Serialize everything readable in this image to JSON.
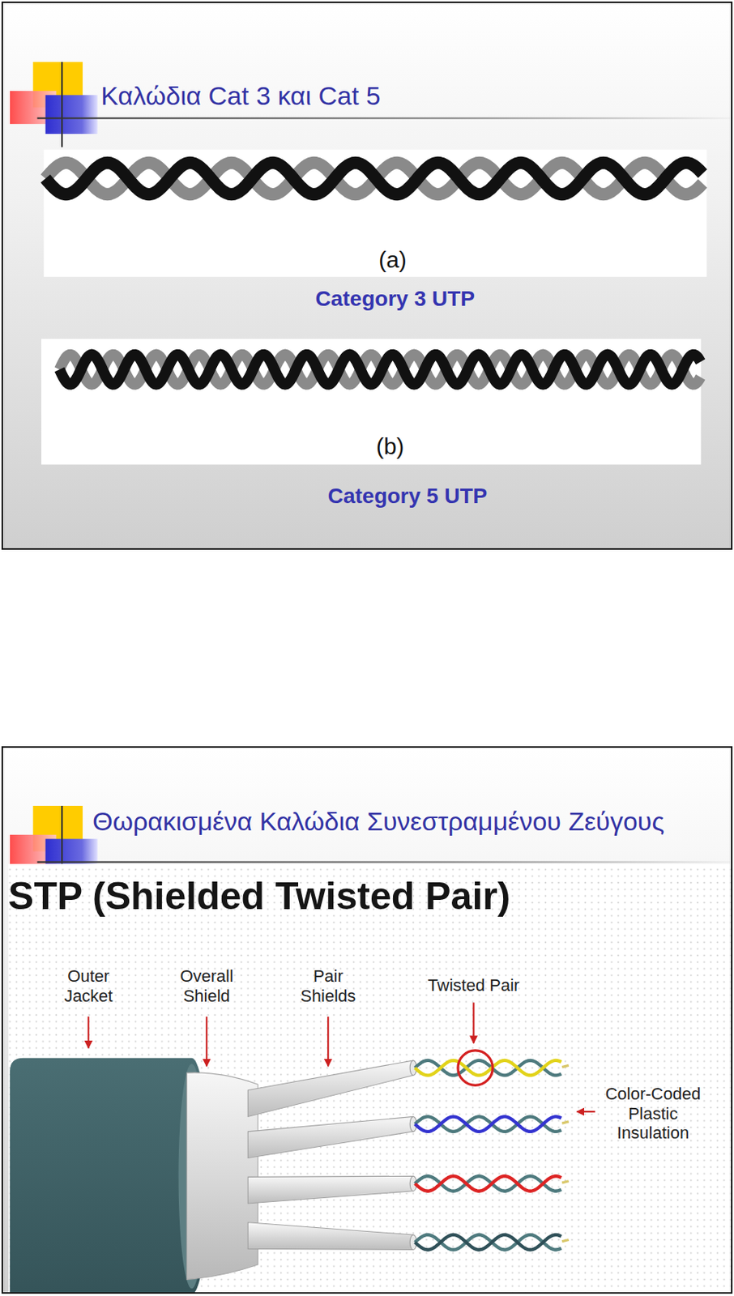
{
  "diagram": {
    "nodes": [
      {
        "text": [
          "Καλώδια Cat 3 και Cat 5"
        ]
      },
      {
        "text": [
          "Θωρακισμένα Καλώδια Συνεστραμμένου Ζεύγους"
        ]
      }
    ],
    "labels": [
      "(a)",
      "Category 3 UTP",
      "(b)",
      "Category 5 UTP",
      "STP (Shielded Twisted Pair)",
      "Outer Jacket",
      "Overall Shield",
      "Pair Shields",
      "Twisted Pair",
      "Color-Coded Plastic Insulation"
    ]
  }
}
